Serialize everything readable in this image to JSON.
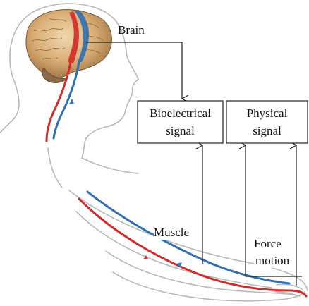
{
  "labels": {
    "brain": "Brain",
    "muscle": "Muscle",
    "force_line1": "Force",
    "force_line2": "motion"
  },
  "boxes": {
    "bioelectrical_line1": "Bioelectrical",
    "bioelectrical_line2": "signal",
    "physical_line1": "Physical",
    "physical_line2": "signal"
  },
  "colors": {
    "red_pathway": "#d42a2a",
    "blue_pathway": "#2f6fb5",
    "outline": "#b8b8b8",
    "connector": "#222222"
  },
  "icons": {
    "brain": "brain-illustration"
  }
}
